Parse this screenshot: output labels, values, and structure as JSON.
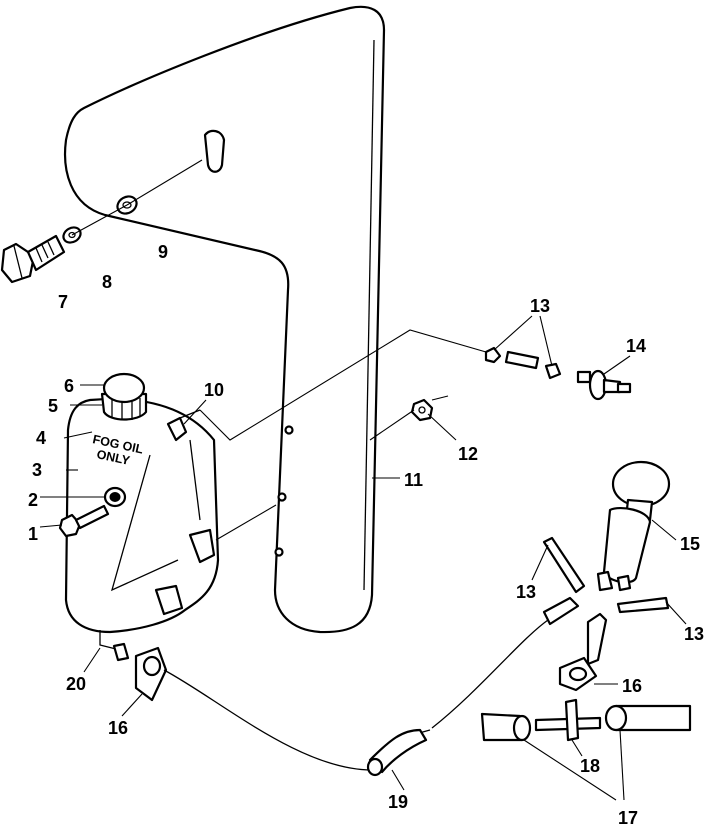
{
  "decal": {
    "line1": "FOG OIL",
    "line2": "ONLY"
  },
  "callouts": {
    "c1": "1",
    "c2": "2",
    "c3": "3",
    "c4": "4",
    "c5": "5",
    "c6": "6",
    "c7": "7",
    "c8": "8",
    "c9": "9",
    "c10": "10",
    "c11": "11",
    "c12": "12",
    "c13a": "13",
    "c13b": "13",
    "c13c": "13",
    "c14": "14",
    "c15": "15",
    "c16a": "16",
    "c16b": "16",
    "c17": "17",
    "c18": "18",
    "c19": "19",
    "c20": "20"
  }
}
